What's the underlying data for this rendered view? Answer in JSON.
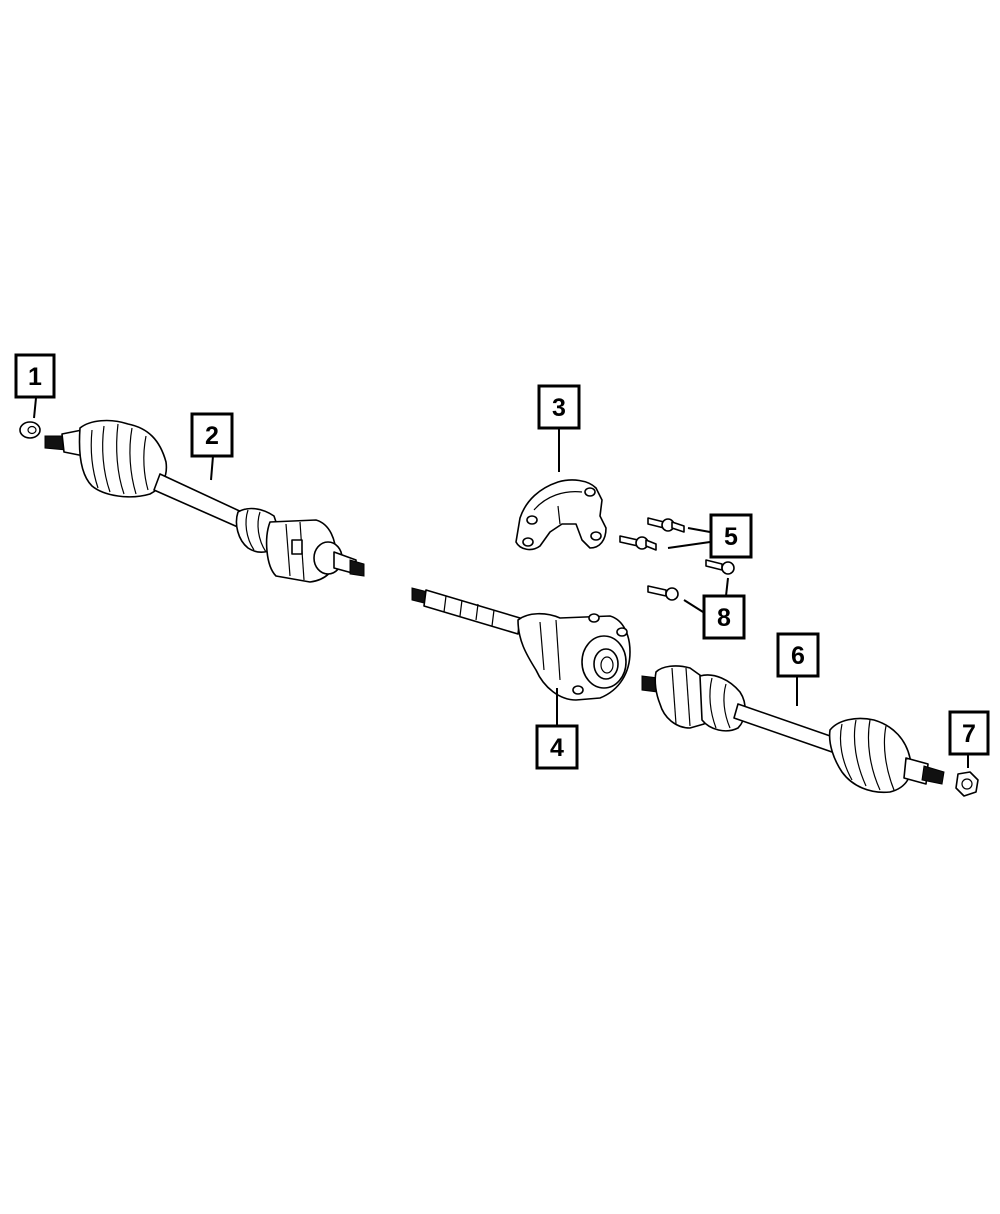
{
  "colors": {
    "line": "#000000",
    "background": "#ffffff"
  },
  "callouts": [
    {
      "id": "1",
      "label": "1"
    },
    {
      "id": "2",
      "label": "2"
    },
    {
      "id": "3",
      "label": "3"
    },
    {
      "id": "4",
      "label": "4"
    },
    {
      "id": "5",
      "label": "5"
    },
    {
      "id": "6",
      "label": "6"
    },
    {
      "id": "7",
      "label": "7"
    },
    {
      "id": "8",
      "label": "8"
    }
  ]
}
